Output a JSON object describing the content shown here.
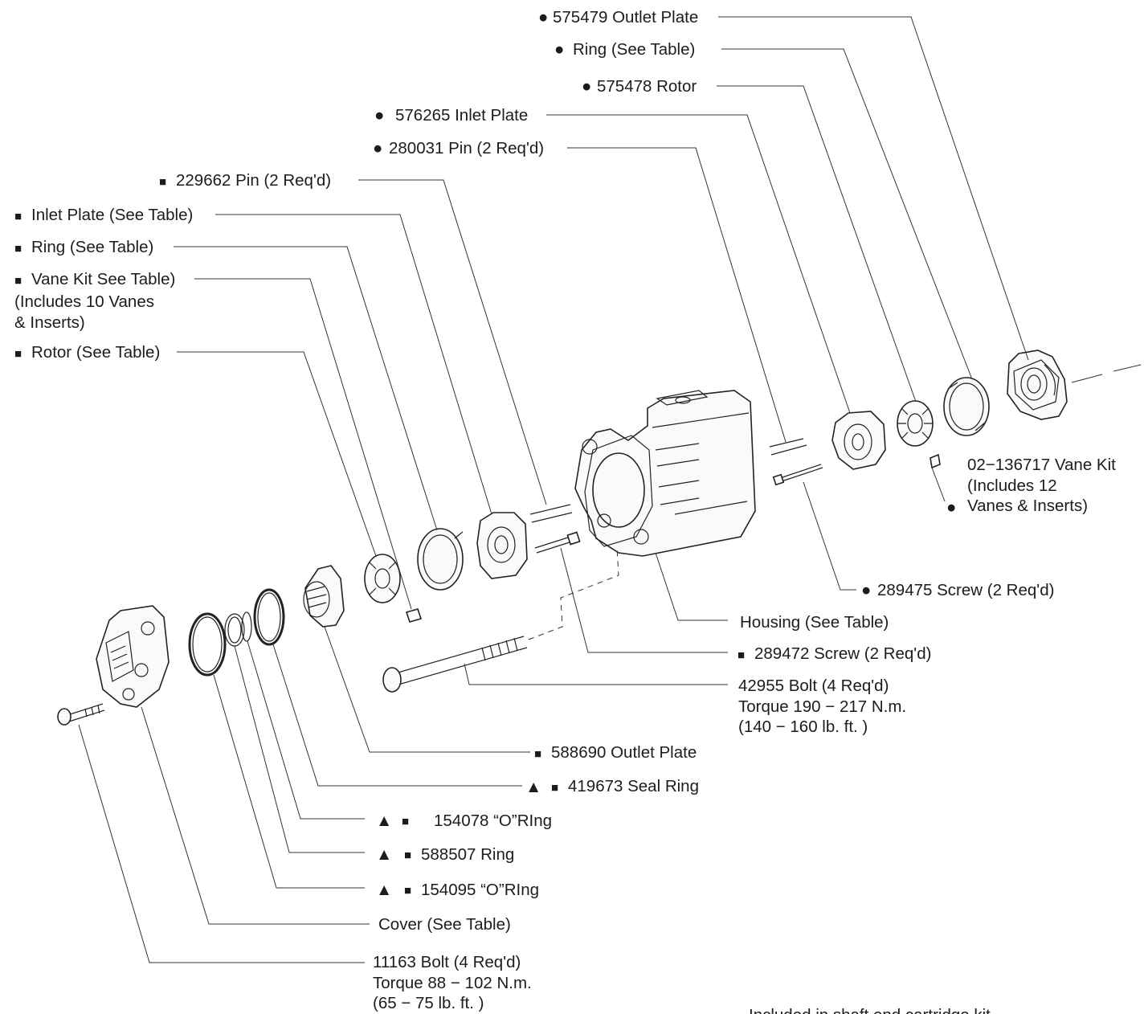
{
  "labels": {
    "outlet_plate_575479": "575479 Outlet Plate",
    "ring_see_table_top": "Ring (See Table)",
    "rotor_575478": "575478 Rotor",
    "inlet_plate_576265": "576265 Inlet Plate",
    "pin_280031": "280031 Pin (2 Req'd)",
    "pin_229662": "229662 Pin (2 Req'd)",
    "inlet_plate_see_table": "Inlet Plate (See Table)",
    "ring_see_table": "Ring (See Table)",
    "vane_kit_line1": "Vane Kit See Table)",
    "vane_kit_line2": "(Includes 10 Vanes",
    "vane_kit_line3": "& Inserts)",
    "rotor_see_table": "Rotor (See Table)",
    "vane_kit_02_line1": "02−136717 Vane Kit",
    "vane_kit_02_line2": "(Includes 12",
    "vane_kit_02_line3": "Vanes & Inserts)",
    "screw_289475": "289475 Screw (2 Req'd)",
    "housing": "Housing (See Table)",
    "screw_289472": "289472 Screw (2 Req'd)",
    "bolt_42955_line1": "42955 Bolt (4 Req'd)",
    "bolt_42955_line2": "Torque 190 − 217 N.m.",
    "bolt_42955_line3": "(140 − 160 lb. ft. )",
    "outlet_plate_588690": "588690 Outlet Plate",
    "seal_ring_419673": "419673 Seal Ring",
    "o_ring_154078": "154078 “O”RIng",
    "ring_588507": "588507 Ring",
    "o_ring_154095": "154095 “O”RIng",
    "cover": "Cover (See Table)",
    "bolt_11163_line1": "11163 Bolt (4 Req'd)",
    "bolt_11163_line2": "Torque 88 − 102 N.m.",
    "bolt_11163_line3": "(65 − 75 lb. ft. )",
    "legend_circle": "Included in shaft end cartridge kit"
  },
  "symbols": {
    "circle": "●",
    "square": "■",
    "triangle": "▲"
  },
  "colors": {
    "ink": "#1c1c1c",
    "background": "#ffffff"
  }
}
